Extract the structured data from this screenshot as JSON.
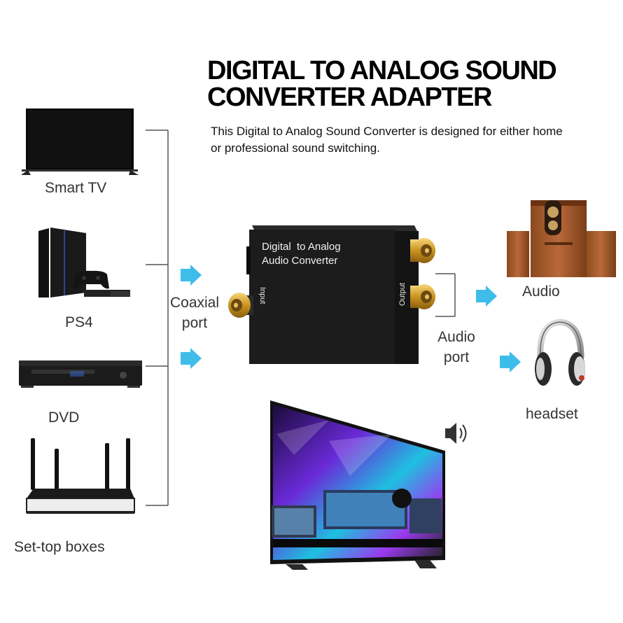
{
  "title": {
    "line1": "DIGITAL TO ANALOG SOUND",
    "line2": "CONVERTER ADAPTER"
  },
  "description": {
    "line1": "This Digital to Analog Sound Converter is designed for either home",
    "line2": "or professional sound switching."
  },
  "sources": [
    {
      "label": "Smart TV",
      "icon": "smart-tv-icon"
    },
    {
      "label": "PS4",
      "icon": "ps4-console-icon"
    },
    {
      "label": "DVD",
      "icon": "dvd-player-icon"
    },
    {
      "label": "Set-top boxes",
      "icon": "router-box-icon"
    }
  ],
  "coaxial_label": {
    "line1": "Coaxial",
    "line2": "port"
  },
  "converter": {
    "label_line1": "Digital  to Analog",
    "label_line2": "Audio Converter",
    "input_text": "Input",
    "output_text": "Output"
  },
  "audio_port_label": {
    "line1": "Audio",
    "line2": "port"
  },
  "outputs": [
    {
      "label": "Audio",
      "icon": "speakers-icon"
    },
    {
      "label": "headset",
      "icon": "headphones-icon"
    }
  ],
  "colors": {
    "arrow": "#29b6e8",
    "connector": "#555555",
    "gold": "#d4a32a",
    "converter_body": "#1c1c1c"
  }
}
